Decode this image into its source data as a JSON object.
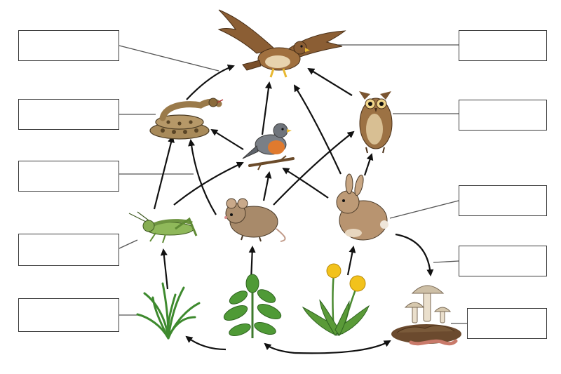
{
  "labels": {
    "left": [
      "",
      "",
      "",
      "",
      ""
    ],
    "right": [
      "",
      "",
      "",
      "",
      ""
    ]
  },
  "organisms": [
    {
      "id": "hawk",
      "icon": "hawk-icon"
    },
    {
      "id": "owl",
      "icon": "owl-icon"
    },
    {
      "id": "snake",
      "icon": "snake-icon"
    },
    {
      "id": "robin",
      "icon": "robin-icon"
    },
    {
      "id": "grasshopper",
      "icon": "grasshopper-icon"
    },
    {
      "id": "mouse",
      "icon": "mouse-icon"
    },
    {
      "id": "rabbit",
      "icon": "rabbit-icon"
    },
    {
      "id": "grass",
      "icon": "grass-icon"
    },
    {
      "id": "leafy-plant",
      "icon": "leafy-plant-icon"
    },
    {
      "id": "dandelion",
      "icon": "dandelion-icon"
    },
    {
      "id": "mushrooms",
      "icon": "mushroom-icon"
    },
    {
      "id": "earthworm",
      "icon": "earthworm-icon"
    }
  ],
  "colors": {
    "arrow": "#111111",
    "box_border": "#3a3a3a",
    "connector": "#555555"
  }
}
